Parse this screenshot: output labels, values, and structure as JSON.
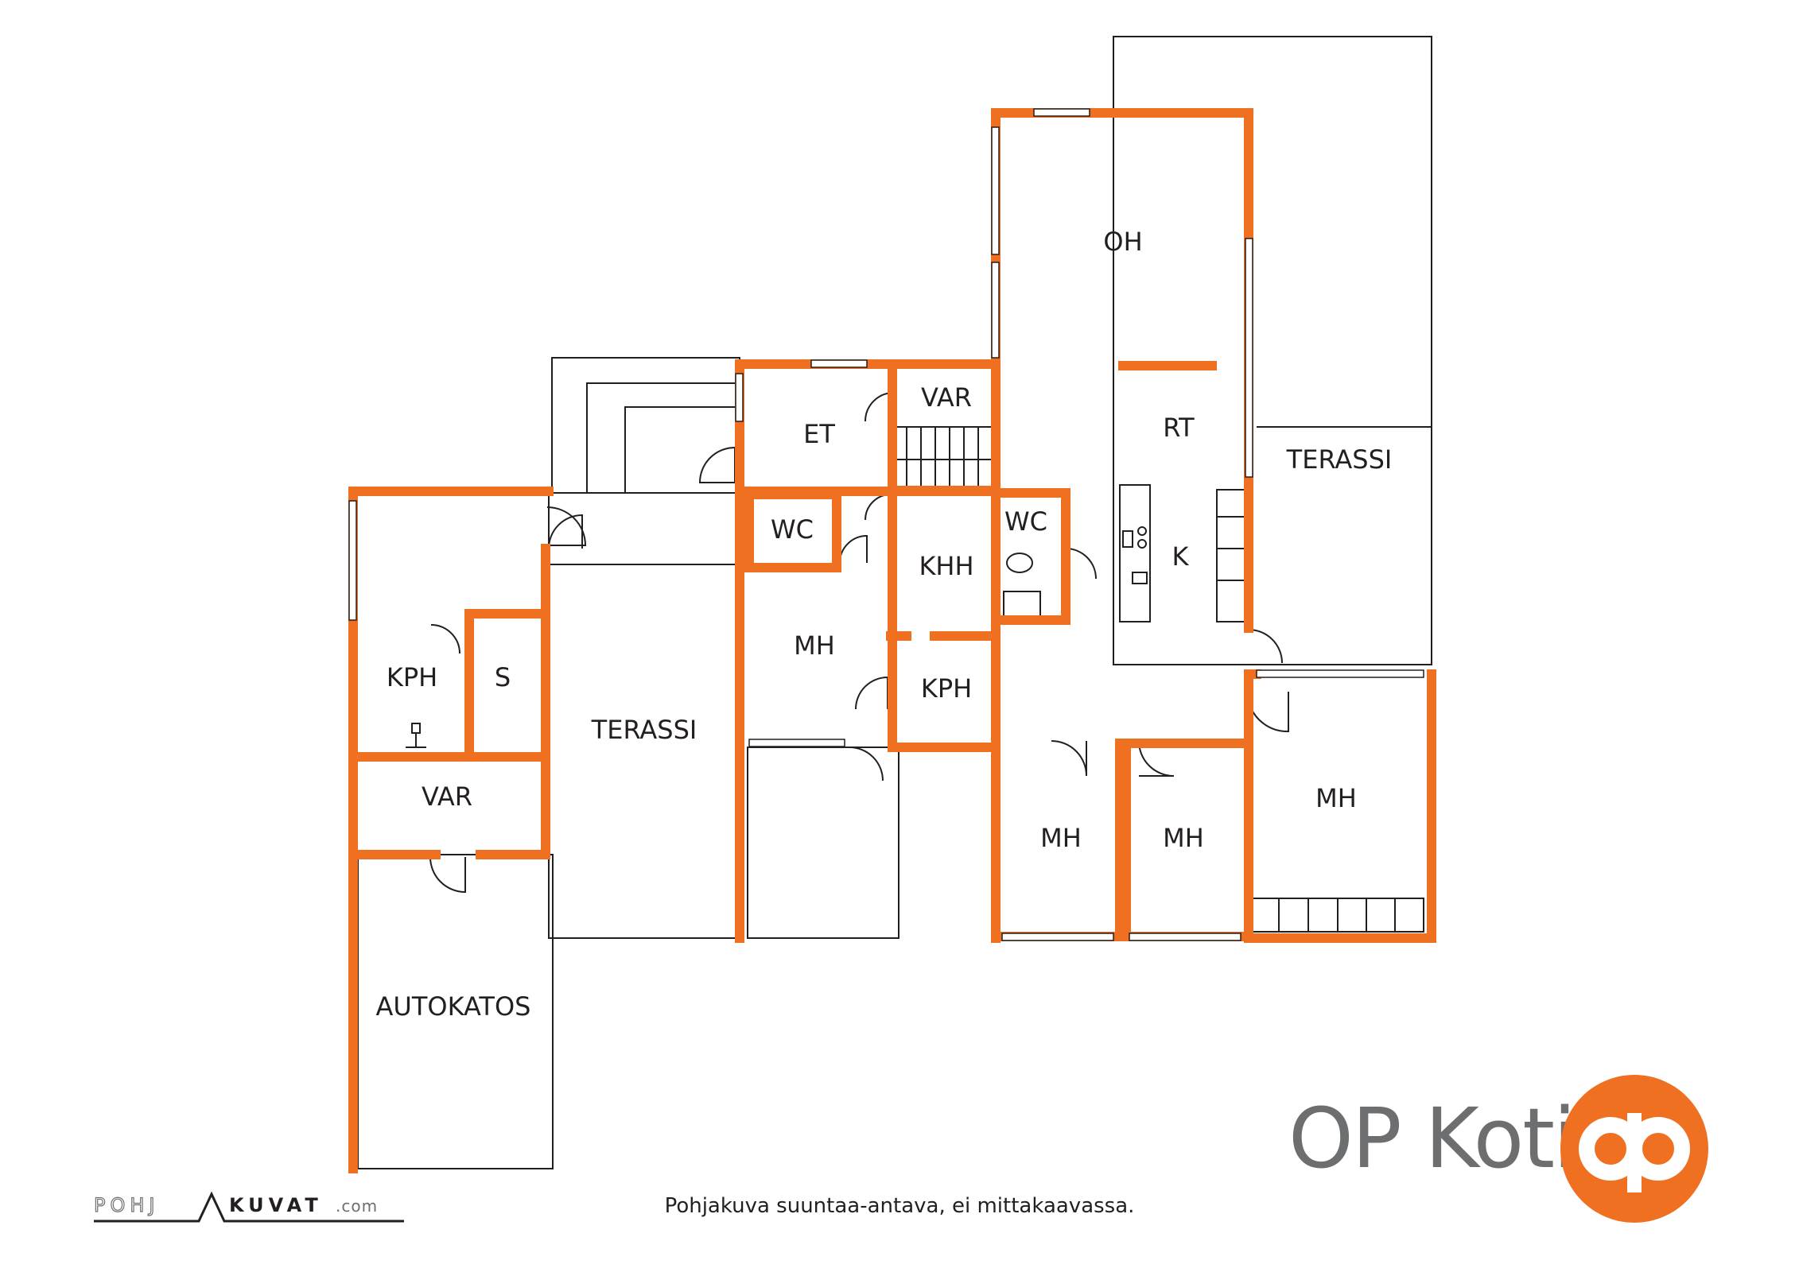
{
  "rooms": {
    "oh": "OH",
    "rt": "RT",
    "var_top": "VAR",
    "et": "ET",
    "terassi_right": "TERASSI",
    "wc_left": "WC",
    "wc_right": "WC",
    "khh": "KHH",
    "k": "K",
    "mh_left": "MH",
    "kph_center": "KPH",
    "kph_left": "KPH",
    "s": "S",
    "terassi_left": "TERASSI",
    "var_left": "VAR",
    "mh_bottom_left": "MH",
    "mh_bottom_mid": "MH",
    "mh_bottom_right": "MH",
    "autokatos": "AUTOKATOS"
  },
  "footer": {
    "disclaimer": "Pohjakuva suuntaa-antava, ei mittakaavassa."
  },
  "branding": {
    "name": "OP Koti",
    "logo_text": "POHJAKUVAT.com",
    "accent_color": "#f07022",
    "text_color": "#6d6e70"
  }
}
